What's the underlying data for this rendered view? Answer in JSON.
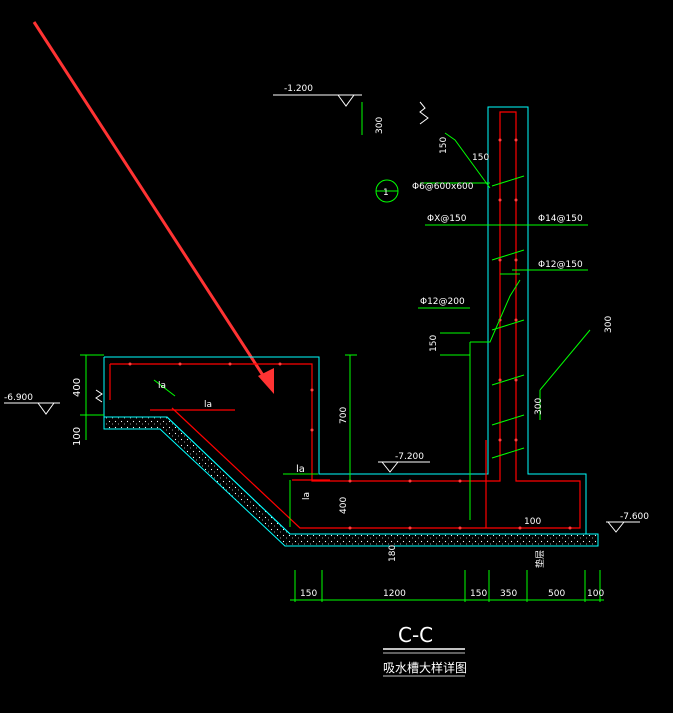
{
  "elevations": {
    "top": "-1.200",
    "left": "-6.900",
    "bottom": "-7.200",
    "right": "-7.600"
  },
  "rebar_labels": {
    "tie": "Φ6@600x600",
    "vertical_inner": "ΦX@150",
    "vertical_outer": "Φ14@150",
    "horizontal": "Φ12@150",
    "slab": "Φ12@200"
  },
  "detail_marker": "1",
  "dims": {
    "d300": "300",
    "d150a": "150",
    "d150b": "150",
    "d400": "400",
    "d100": "100",
    "d700": "700",
    "d400b": "400",
    "d150c": "150",
    "d100b": "100",
    "d180": "180",
    "d300b": "300",
    "d300c": "300"
  },
  "anchor_labels": {
    "la1": "la",
    "la2": "la",
    "la3": "la",
    "la4": "la"
  },
  "bottom_dims": [
    "150",
    "1200",
    "150",
    "350",
    "500",
    "100"
  ],
  "misc_label": "垫层",
  "section": {
    "mark": "C-C",
    "caption": "吸水槽大样详图"
  },
  "colors": {
    "concrete": "#00ffff",
    "rebar": "#ff0000",
    "dimension": "#00ff00",
    "text": "#ffffff",
    "arrow": "#ff3333"
  }
}
